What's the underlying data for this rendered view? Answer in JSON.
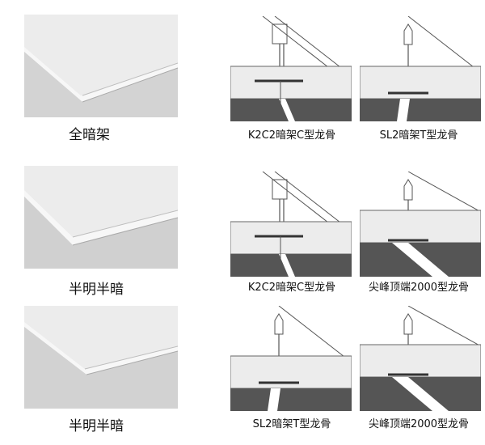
{
  "rows": [
    {
      "photo_label": "全暗架",
      "diagrams": [
        {
          "type": "c-keel",
          "label": "K2C2暗架C型龙骨"
        },
        {
          "type": "t-keel",
          "label": "SL2暗架T型龙骨"
        }
      ]
    },
    {
      "photo_label": "半明半暗",
      "diagrams": [
        {
          "type": "c-keel",
          "label": "K2C2暗架C型龙骨"
        },
        {
          "type": "peak-keel",
          "label": "尖峰顶端2000型龙骨"
        }
      ]
    },
    {
      "photo_label": "半明半暗",
      "diagrams": [
        {
          "type": "t-keel",
          "label": "SL2暗架T型龙骨"
        },
        {
          "type": "peak-keel",
          "label": "尖峰顶端2000型龙骨"
        }
      ]
    }
  ]
}
